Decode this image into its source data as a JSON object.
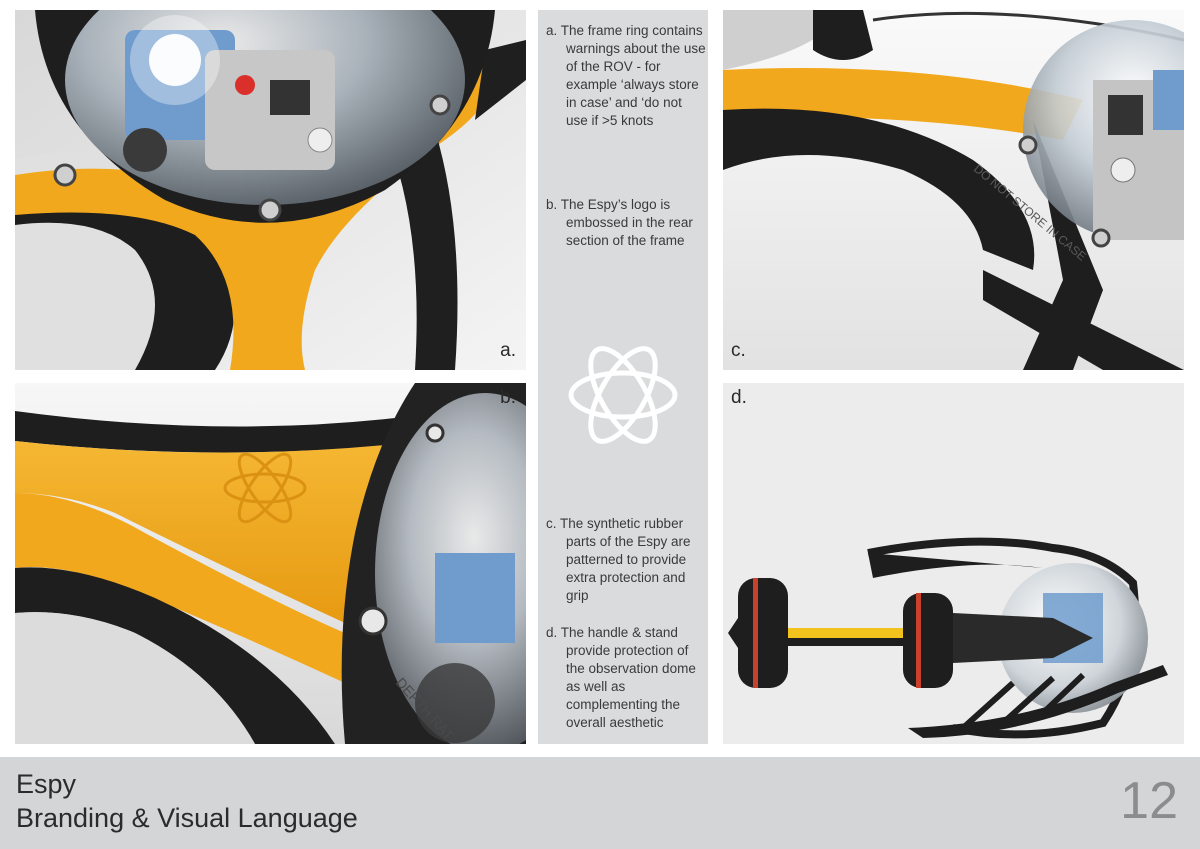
{
  "panels": {
    "a": {
      "label": "a."
    },
    "b": {
      "label": "b."
    },
    "c": {
      "label": "c."
    },
    "d": {
      "label": "d."
    }
  },
  "notes": {
    "a": "a. The frame ring contains warnings about the use of the ROV - for example ‘always store in case’ and ‘do not use if >5 knots",
    "b": "b. The Espy’s logo is embossed in the rear section of the frame",
    "c": "c. The synthetic rubber parts of the Espy are patterned to provide extra protection and grip",
    "d": "d. The handle & stand provide protection of the observation dome as well as complementing the overall aesthetic"
  },
  "embossed_text": {
    "frame_warning": "DO NOT STORE IN CASE",
    "depth": "DEPTH RAT"
  },
  "footer": {
    "title": "Espy",
    "subtitle": "Branding & Visual Language",
    "page_number": "12"
  },
  "colors": {
    "accent_yellow": "#f2a81d",
    "frame_black": "#1e1e1e",
    "camera_blue": "#6f9ccd",
    "notes_bg": "#d9dbdd",
    "footer_bg": "#d4d5d6"
  }
}
